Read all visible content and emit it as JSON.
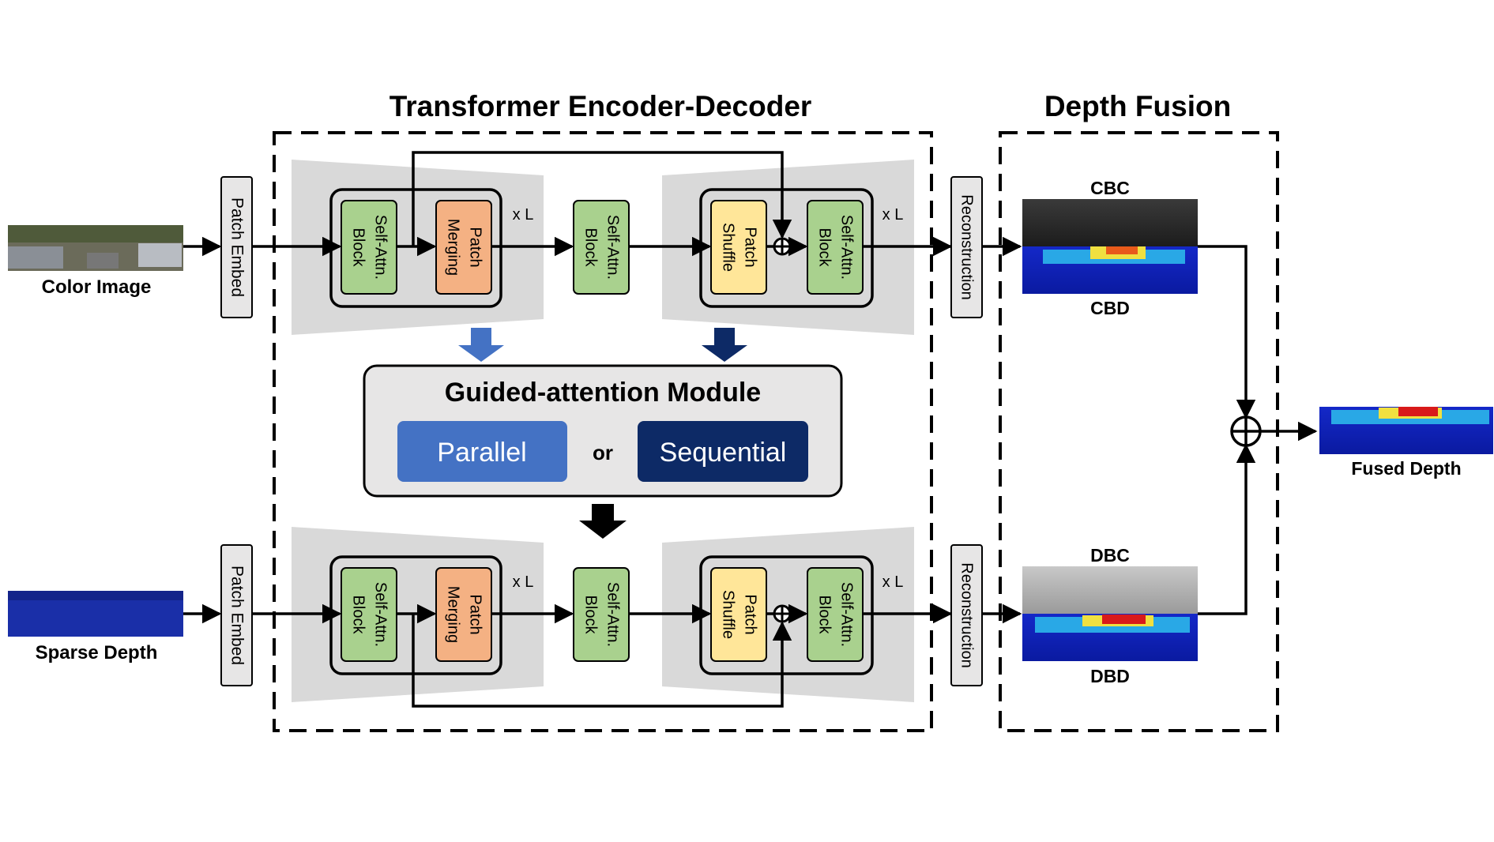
{
  "headings": {
    "encoder_decoder": "Transformer Encoder-Decoder",
    "depth_fusion": "Depth Fusion"
  },
  "inputs": {
    "color_image": "Color Image",
    "sparse_depth": "Sparse Depth"
  },
  "outputs": {
    "fused_depth": "Fused Depth"
  },
  "labels": {
    "patch_embed": "Patch Embed",
    "self_attn_block_line1": "Self-Attn.",
    "self_attn_block_line2": "Block",
    "patch_merging_line1": "Patch",
    "patch_merging_line2": "Merging",
    "patch_shuffle_line1": "Patch",
    "patch_shuffle_line2": "Shuffle",
    "repeat": "x L",
    "reconstruction": "Reconstruction"
  },
  "guided_attention": {
    "title": "Guided-attention Module",
    "parallel": "Parallel",
    "or": "or",
    "sequential": "Sequential"
  },
  "fusion_maps": {
    "cbc": "CBC",
    "cbd": "CBD",
    "dbc": "DBC",
    "dbd": "DBD"
  },
  "colors": {
    "self_attn_fill": "#a9d18e",
    "patch_merging_fill": "#f4b183",
    "patch_shuffle_fill": "#ffe699",
    "trapezoid_fill": "#d9d9d9",
    "module_fill": "#e7e6e6",
    "parallel_fill": "#4472c4",
    "sequential_fill": "#0d2a66",
    "depth_map_blue": "#1a33c8"
  }
}
